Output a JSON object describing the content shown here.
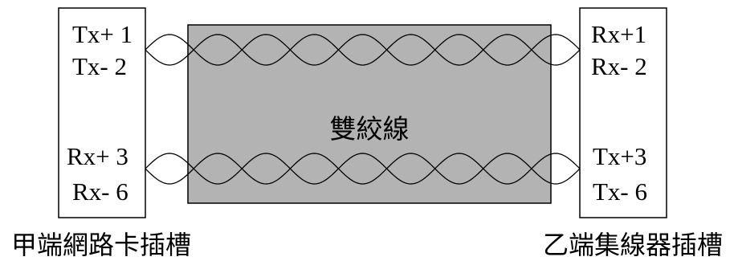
{
  "left_card": {
    "pins_top": [
      "Tx+ 1",
      "Tx- 2"
    ],
    "pins_bottom": [
      "Rx+ 3",
      "Rx- 6"
    ],
    "caption": "甲端網路卡插槽"
  },
  "right_card": {
    "pins_top": [
      "Rx+1",
      "Rx- 2"
    ],
    "pins_bottom": [
      "Tx+3",
      "Tx- 6"
    ],
    "caption": "乙端集線器插槽"
  },
  "cable": {
    "label": "雙絞線",
    "fill_color": "#b3b3b3"
  }
}
